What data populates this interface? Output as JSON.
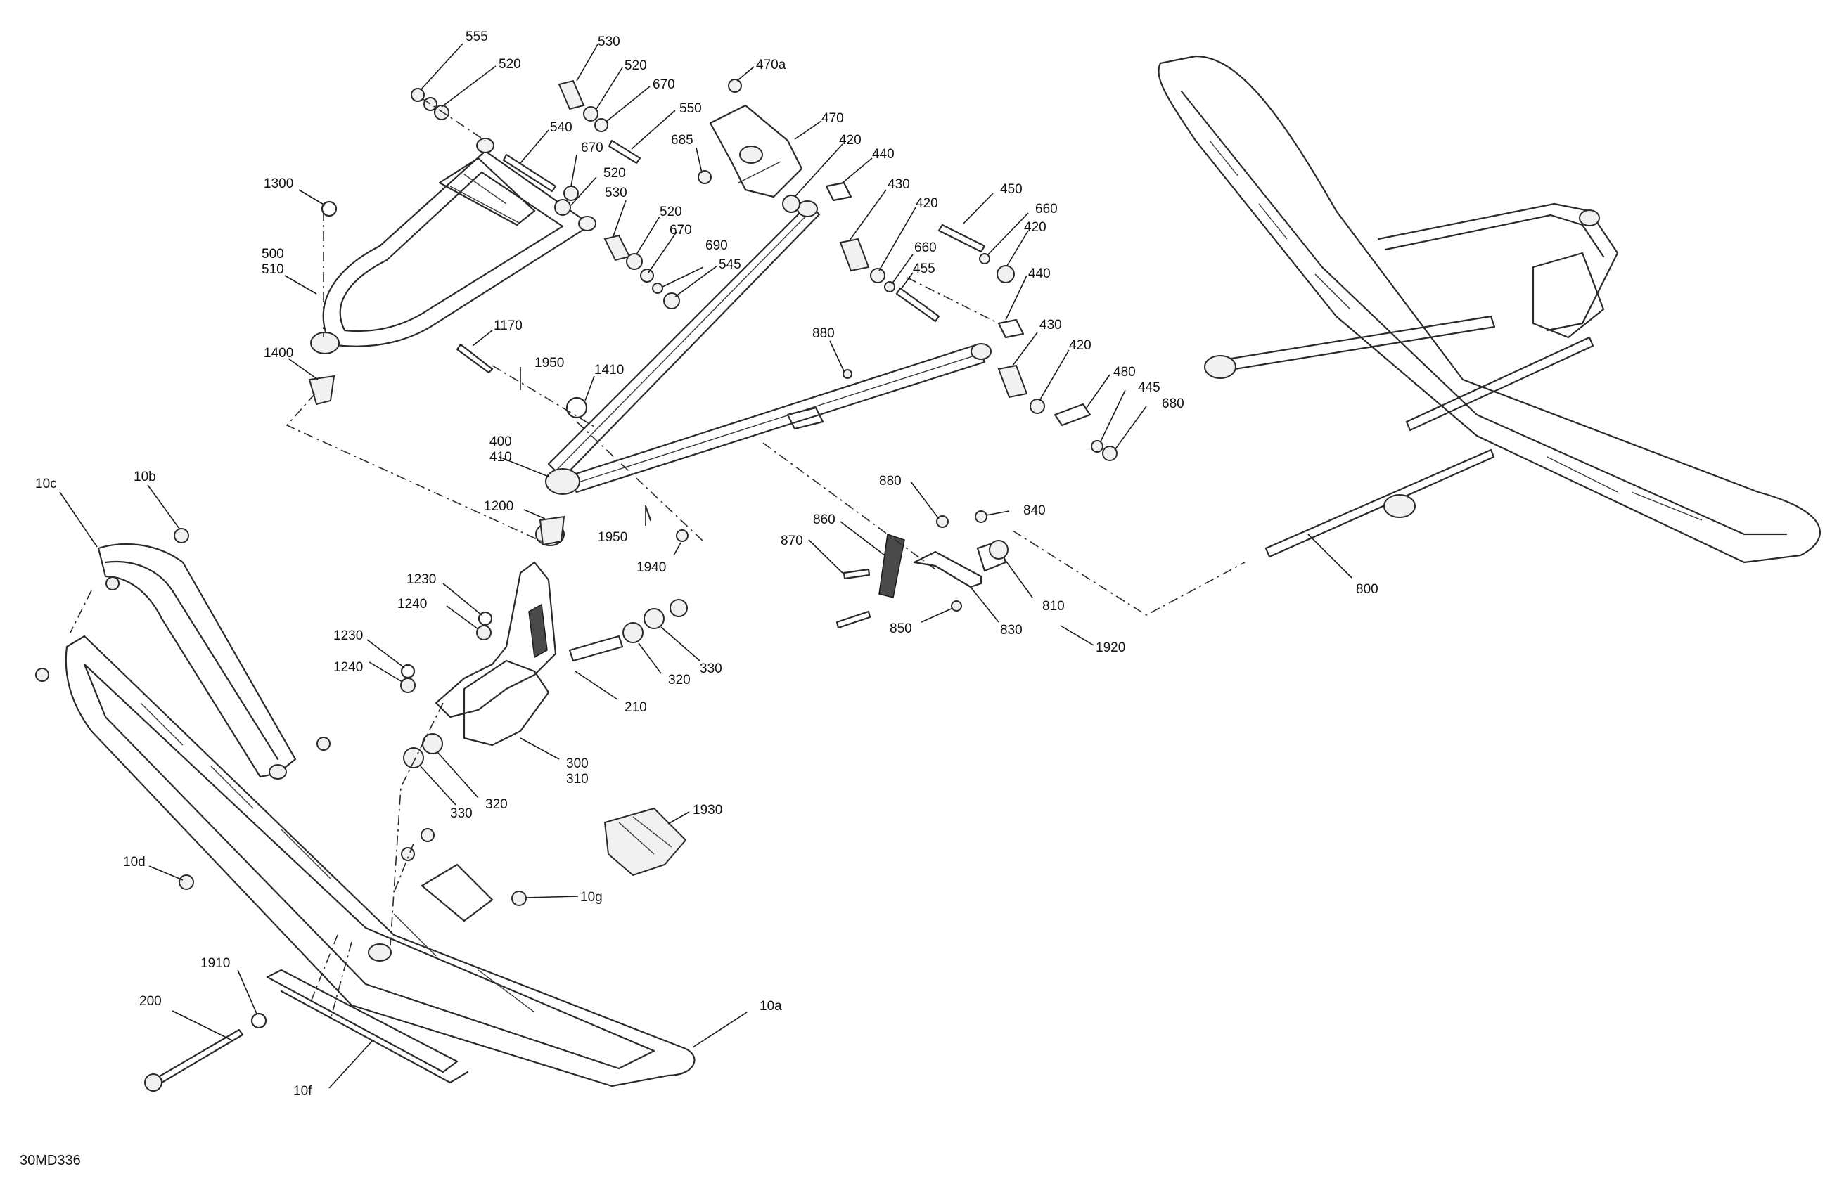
{
  "drawing_number": "30MD336",
  "callouts": [
    "555",
    "520",
    "530",
    "520",
    "670",
    "470a",
    "550",
    "540",
    "685",
    "470",
    "670",
    "520",
    "420",
    "440",
    "1300",
    "530",
    "520",
    "430",
    "450",
    "420",
    "660",
    "500\n510",
    "670",
    "690",
    "545",
    "660",
    "420",
    "455",
    "440",
    "1170",
    "880",
    "1950",
    "1410",
    "430",
    "420",
    "1400",
    "480",
    "445",
    "680",
    "400\n410",
    "10c",
    "10b",
    "880",
    "840",
    "1200",
    "860",
    "870",
    "1950",
    "1940",
    "810",
    "1230",
    "1240",
    "800",
    "850",
    "830",
    "1920",
    "1230",
    "1240",
    "320",
    "330",
    "210",
    "300\n310",
    "330",
    "320",
    "1930",
    "10d",
    "10g",
    "1910",
    "200",
    "10a",
    "10f"
  ]
}
